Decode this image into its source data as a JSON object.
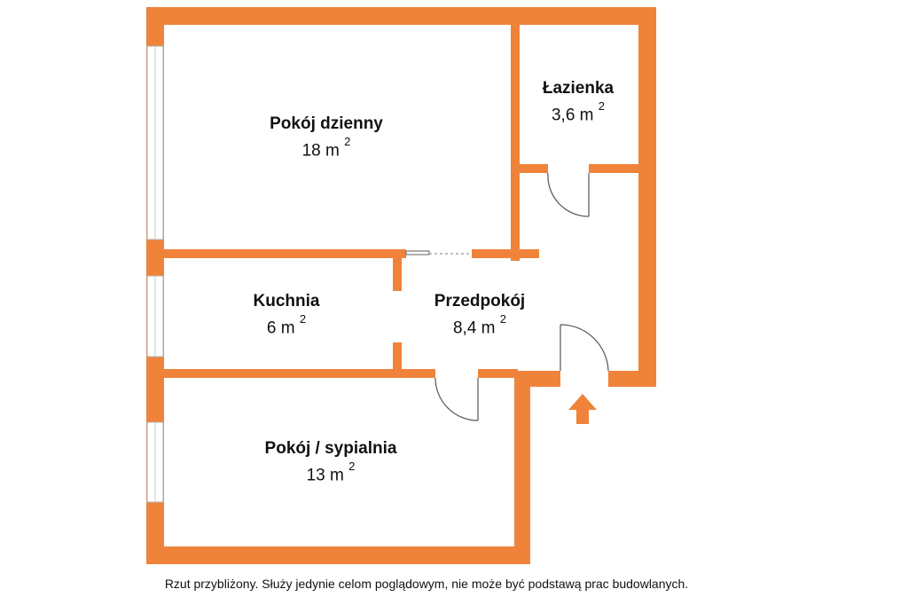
{
  "colors": {
    "wall": "#F0833A",
    "window": "#ffffff",
    "door_line": "#555555"
  },
  "rooms": {
    "living": {
      "name": "Pokój dzienny",
      "area": "18 m",
      "sup": "2"
    },
    "bathroom": {
      "name": "Łazienka",
      "area": "3,6 m",
      "sup": "2"
    },
    "kitchen": {
      "name": "Kuchnia",
      "area": "6 m",
      "sup": "2"
    },
    "hall": {
      "name": "Przedpokój",
      "area": "8,4 m",
      "sup": "2"
    },
    "bedroom": {
      "name": "Pokój / sypialnia",
      "area": "13 m",
      "sup": "2"
    }
  },
  "entrance": {
    "icon": "entrance-arrow-icon"
  },
  "caption": "Rzut przybliżony. Służy jedynie celom poglądowym, nie może być podstawą prac budowlanych."
}
